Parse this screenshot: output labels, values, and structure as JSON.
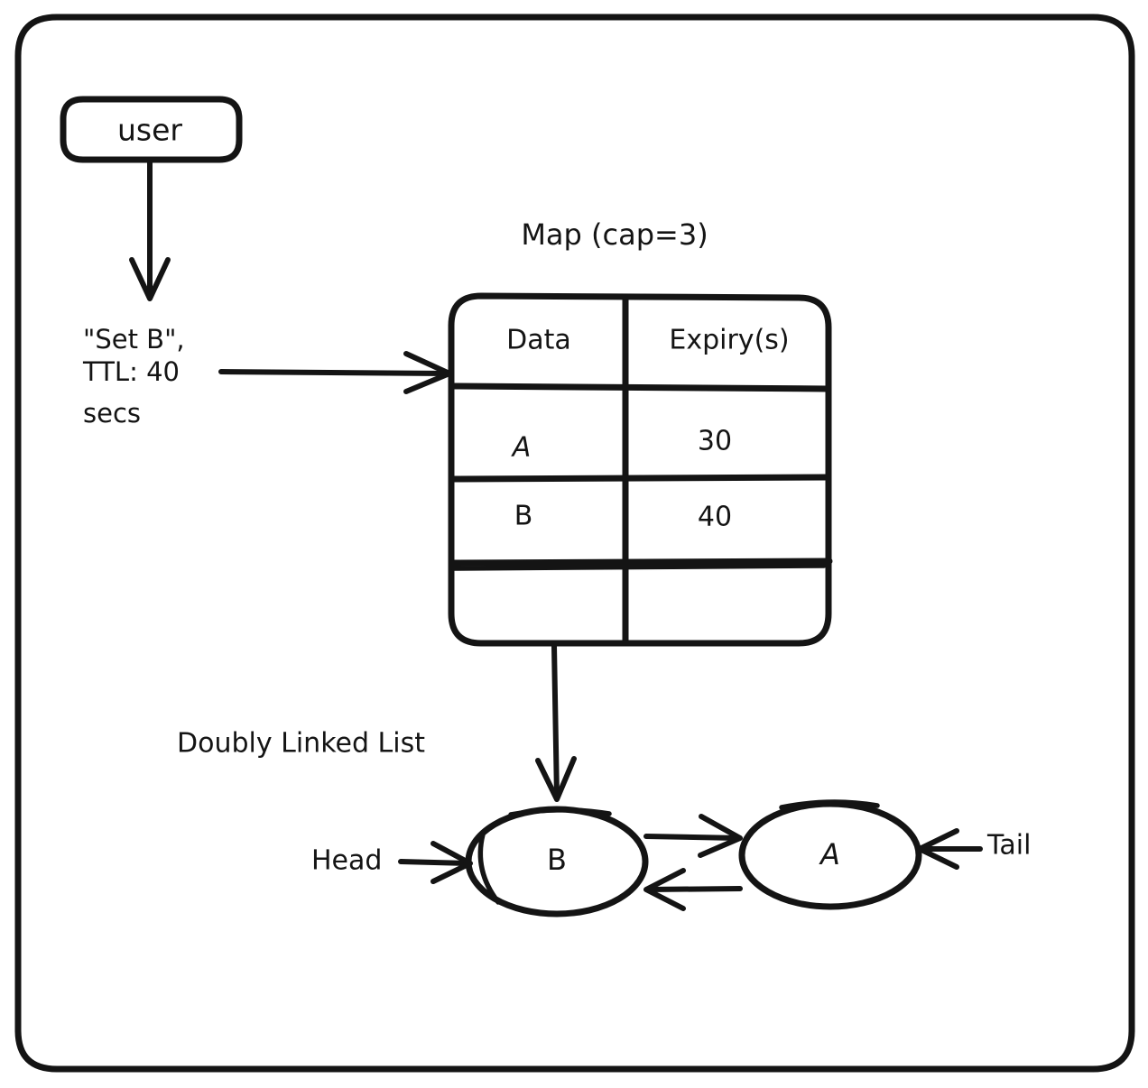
{
  "diagram": {
    "title_hidden": "",
    "actor": {
      "label": "user"
    },
    "request": {
      "line1": "\"Set B\",",
      "line2": "TTL: 40",
      "line3": "secs"
    },
    "map": {
      "title": "Map (cap=3)",
      "columns": [
        "Data",
        "Expiry(s)"
      ],
      "rows": [
        {
          "data": "A",
          "expiry": "30"
        },
        {
          "data": "B",
          "expiry": "40"
        },
        {
          "data": "",
          "expiry": ""
        }
      ]
    },
    "list": {
      "label": "Doubly Linked List",
      "head_label": "Head",
      "tail_label": "Tail",
      "nodes": [
        {
          "label": "B"
        },
        {
          "label": "A"
        }
      ]
    },
    "icons": {
      "arrow_down_user": "arrow-down-icon",
      "arrow_right_request": "arrow-right-icon",
      "arrow_down_map": "arrow-down-icon",
      "arrow_head_in": "arrow-right-icon",
      "arrow_forward": "arrow-right-icon",
      "arrow_backward": "arrow-left-icon",
      "arrow_tail_in": "arrow-left-icon"
    },
    "colors": {
      "ink": "#141414",
      "paper": "#ffffff"
    }
  }
}
